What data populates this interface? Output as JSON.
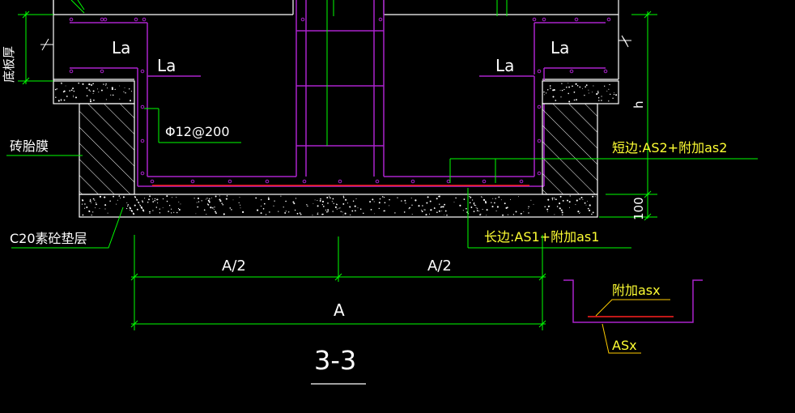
{
  "labels": {
    "la_left_top": "La",
    "la_left_low": "La",
    "la_right_low": "La",
    "la_right_top": "La",
    "slab_thickness": "底板厚",
    "rebar_spec": "Φ12@200",
    "brick_mold": "砖胎膜",
    "concrete_bed": "C20素砼垫层",
    "height_h": "h",
    "dim_100": "100",
    "short_side": "短边:AS2+附加as2",
    "long_side": "长边:AS1+附加as1",
    "half_left": "A/2",
    "half_right": "A/2",
    "dim_a": "A",
    "section_title": "3-3",
    "detail_extra": "附加asx",
    "detail_main": "ASx"
  },
  "colors": {
    "dimension": "#00ff00",
    "wall": "#aa22cc",
    "rebar_extra": "#ff2020",
    "text_white": "#ffffff",
    "text_yellow": "#ffff33",
    "concrete": "#ffffff"
  }
}
